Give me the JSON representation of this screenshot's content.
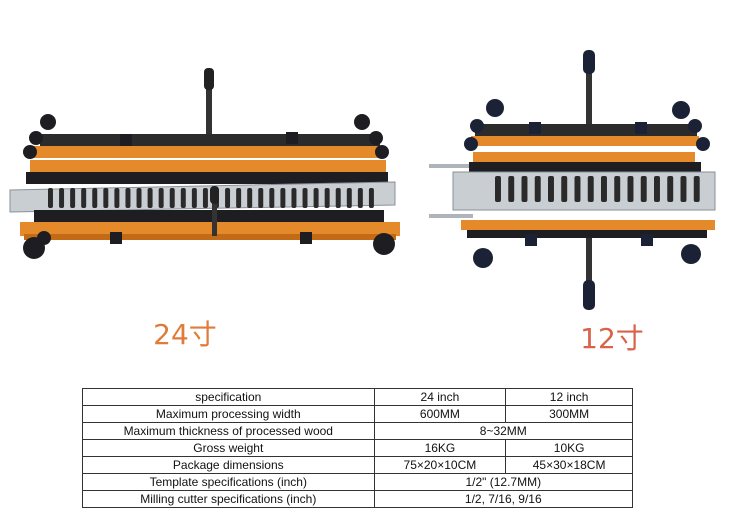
{
  "products": [
    {
      "caption": "24寸",
      "caption_color": "#e07b39"
    },
    {
      "caption": "12寸",
      "caption_color": "#d9624a"
    }
  ],
  "colors": {
    "frame_orange": "#e58a2a",
    "template_silver": "#c9ced3",
    "knob_black": "#1e1e22",
    "knob_navy": "#1c2236"
  },
  "spec_table": {
    "header": [
      "specification",
      "24 inch",
      "12 inch"
    ],
    "rows": [
      {
        "label": "Maximum processing width",
        "v24": "600MM",
        "v12": "300MM"
      },
      {
        "label": "Maximum thickness of processed wood",
        "merged": "8~32MM"
      },
      {
        "label": "Gross weight",
        "v24": "16KG",
        "v12": "10KG"
      },
      {
        "label": "Package dimensions",
        "v24": "75×20×10CM",
        "v12": "45×30×18CM"
      },
      {
        "label": "Template specifications (inch)",
        "merged": "1/2\" (12.7MM)"
      },
      {
        "label": "Milling cutter specifications (inch)",
        "merged": "1/2, 7/16, 9/16"
      }
    ]
  }
}
